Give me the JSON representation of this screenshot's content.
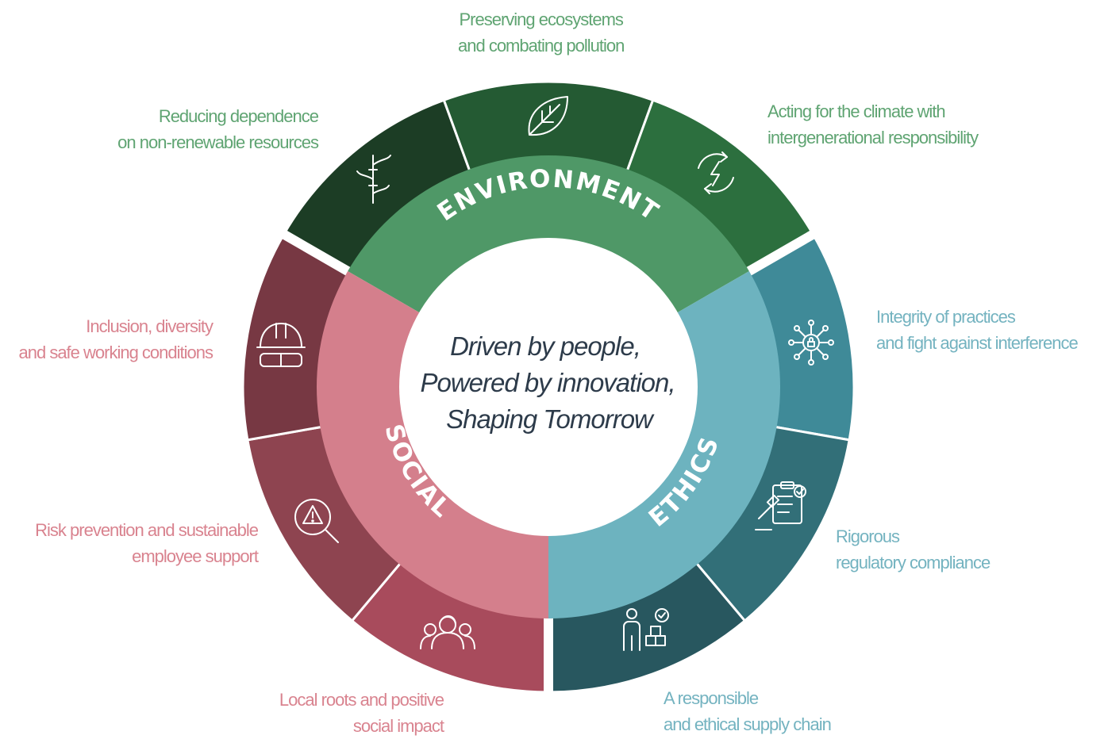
{
  "center": {
    "lines": [
      "Driven by people,",
      "Powered by innovation,",
      "Shaping Tomorrow"
    ]
  },
  "pillars": [
    {
      "id": "environment",
      "name": "ENVIRONMENT",
      "color": "#4f9867"
    },
    {
      "id": "ethics",
      "name": "ETHICS",
      "color": "#6db3bf"
    },
    {
      "id": "social",
      "name": "SOCIAL",
      "color": "#d47f8c"
    }
  ],
  "segments": [
    {
      "id": "resources",
      "pillar": "environment",
      "icon": "bamboo-icon",
      "color": "#1c3d25",
      "label": [
        "Reducing dependence",
        "on non-renewable resources"
      ]
    },
    {
      "id": "ecosystems",
      "pillar": "environment",
      "icon": "leaf-icon",
      "color": "#245a33",
      "label": [
        "Preserving ecosystems",
        "and combating pollution"
      ]
    },
    {
      "id": "climate",
      "pillar": "environment",
      "icon": "renewable-energy-icon",
      "color": "#2c6f3e",
      "label": [
        "Acting for the climate with",
        "intergenerational responsibility"
      ]
    },
    {
      "id": "integrity",
      "pillar": "ethics",
      "icon": "security-network-icon",
      "color": "#3f8a98",
      "label": [
        "Integrity of practices",
        "and fight against interference"
      ]
    },
    {
      "id": "compliance",
      "pillar": "ethics",
      "icon": "compliance-checklist-icon",
      "color": "#326f78",
      "label": [
        "Rigorous",
        "regulatory compliance"
      ]
    },
    {
      "id": "supply-chain",
      "pillar": "ethics",
      "icon": "supply-chain-icon",
      "color": "#28575f",
      "label": [
        "A responsible",
        "and ethical supply chain"
      ]
    },
    {
      "id": "local-roots",
      "pillar": "social",
      "icon": "community-icon",
      "color": "#a84b5c",
      "label": [
        "Local roots and positive",
        "social impact"
      ]
    },
    {
      "id": "risk-prevention",
      "pillar": "social",
      "icon": "risk-magnifier-icon",
      "color": "#8e4450",
      "label": [
        "Risk prevention and sustainable",
        "employee support"
      ]
    },
    {
      "id": "inclusion",
      "pillar": "social",
      "icon": "safety-helmet-icon",
      "color": "#773843",
      "label": [
        "Inclusion, diversity",
        "and safe working conditions"
      ]
    }
  ]
}
